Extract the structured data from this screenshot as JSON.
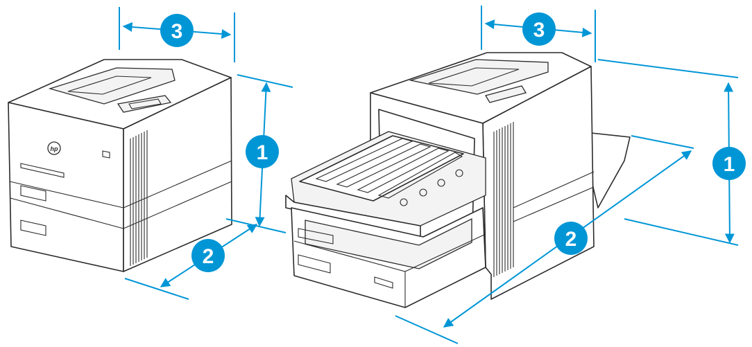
{
  "colors": {
    "accent": "#0096d6",
    "line": "#2a2a2a"
  },
  "callouts": {
    "left_height": "1",
    "left_depth": "2",
    "left_width": "3",
    "right_height": "1",
    "right_depth": "2",
    "right_width": "3"
  },
  "icons": {
    "logo": "hp-logo-icon"
  }
}
